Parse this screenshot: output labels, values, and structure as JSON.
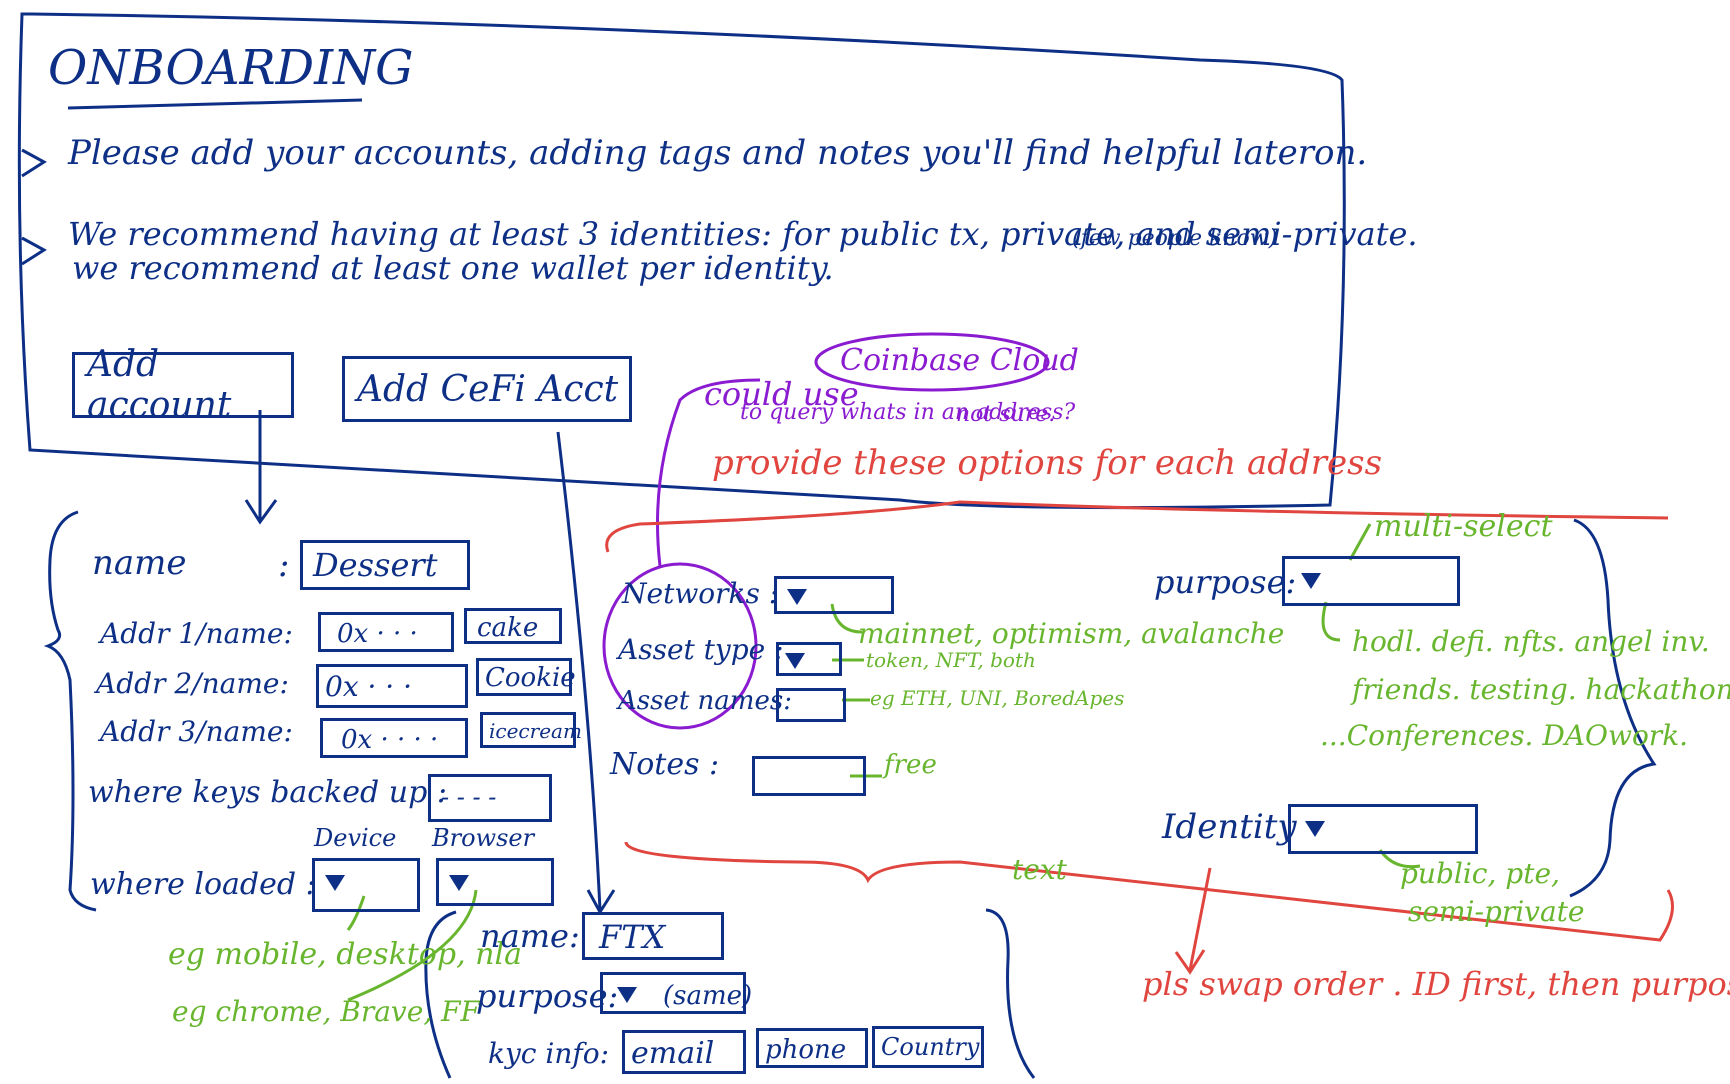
{
  "onboarding": {
    "title": "ONBOARDING",
    "line1": "Please add your accounts, adding tags and notes you'll find helpful lateron.",
    "line2": "We recommend having at least 3 identities: for public tx, private, and semi-private.",
    "line2_note": "(few people know)",
    "line3": "we recommend at least one wallet per identity.",
    "add_account_label": "Add account",
    "add_cefi_label": "Add CeFi Acct",
    "bullet": ">"
  },
  "wallet_form": {
    "name_label": "name",
    "name_colon": ":",
    "name_value": "Dessert",
    "addr1_label": "Addr 1/name:",
    "addr1_value": "0x · · ·",
    "addr1_name": "cake",
    "addr2_label": "Addr 2/name:",
    "addr2_value": "0x · · ·",
    "addr2_name": "Cookie",
    "addr3_label": "Addr 3/name:",
    "addr3_value": "0x · · · ·",
    "addr3_name": "icecream",
    "keys_label": "where keys backed up :",
    "keys_value": "- - - -",
    "device_label": "Device",
    "browser_label": "Browser",
    "loaded_label": "where loaded :",
    "device_note": "eg mobile, desktop, nla",
    "browser_note": "eg chrome, Brave, FF"
  },
  "cefi_form": {
    "name_label": "name:",
    "name_value": "FTX",
    "purpose_label": "purpose:",
    "purpose_value": "(same)",
    "kyc_label": "kyc info:",
    "kyc_email": "email",
    "kyc_phone": "phone",
    "kyc_country": "Country"
  },
  "address_options": {
    "coinbase_note": "could use",
    "coinbase_name": "Coinbase Cloud",
    "coinbase_note2": "to query whats in an address?",
    "coinbase_note3": "not sure.",
    "heading": "provide these options for each address",
    "networks_label": "Networks :",
    "networks_note": "mainnet, optimism, avalanche",
    "asset_type_label": "Asset type :",
    "asset_type_note": "token, NFT, both",
    "asset_names_label": "Asset names:",
    "asset_names_note": "eg ETH, UNI, BoredApes",
    "notes_label": "Notes :",
    "notes_note": "free",
    "notes_text_note": "text",
    "purpose_label": "purpose:",
    "purpose_note_top": "multi-select",
    "purpose_options_1": "hodl. defi. nfts. angel inv.",
    "purpose_options_2": "friends. testing. hackathons.",
    "purpose_options_3": "...Conferences. DAOwork.",
    "identity_label": "Identity",
    "identity_note_1": "public, pte,",
    "identity_note_2": "semi-private",
    "swap_note": "pls swap order . ID first, then purpose"
  },
  "colors": {
    "ink_blue": "#0d2f86",
    "ink_green": "#68b52e",
    "ink_purple": "#8a1bd0",
    "ink_red": "#e0463f"
  }
}
